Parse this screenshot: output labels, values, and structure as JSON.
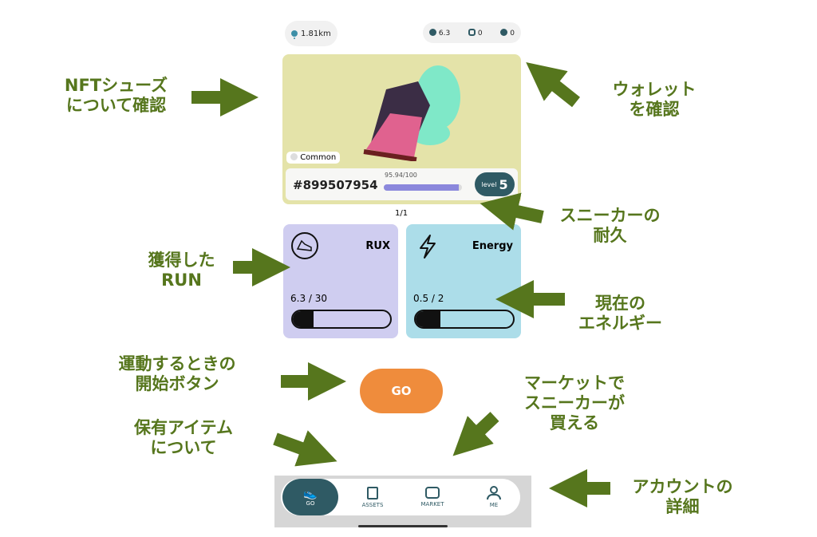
{
  "top": {
    "distance": "1.81km",
    "wallet": [
      {
        "icon": "rux-token-icon",
        "value": "6.3"
      },
      {
        "icon": "square-token-icon",
        "value": "0"
      },
      {
        "icon": "triangle-token-icon",
        "value": "0"
      }
    ]
  },
  "sneaker": {
    "rarity": "Common",
    "id": "#899507954",
    "durability_text": "95.94/100",
    "durability": 95.94,
    "level_label": "level",
    "level": "5",
    "pager": "1/1"
  },
  "stats": {
    "rux": {
      "label": "RUX",
      "value_text": "6.3 / 30",
      "fraction": 0.21
    },
    "energy": {
      "label": "Energy",
      "value_text": "0.5 / 2",
      "fraction": 0.25
    }
  },
  "go_button": "GO",
  "nav": [
    {
      "label": "GO",
      "active": true
    },
    {
      "label": "ASSETS"
    },
    {
      "label": "MARKET"
    },
    {
      "label": "ME"
    }
  ],
  "annotations": {
    "nft": "NFTシューズ\nについて確認",
    "wallet": "ウォレット\nを確認",
    "durability": "スニーカーの\n耐久",
    "run": "獲得した\nRUN",
    "energy": "現在の\nエネルギー",
    "go": "運動するときの\n開始ボタン",
    "market": "マーケットで\nスニーカーが\n買える",
    "assets": "保有アイテム\nについて",
    "account": "アカウントの\n詳細"
  },
  "colors": {
    "arrow": "#56761d",
    "card": "#e4e3a9",
    "rux": "#cfcdf0",
    "energy": "#acdde9",
    "go": "#ef8c3c",
    "nav_active": "#2f5a64"
  }
}
